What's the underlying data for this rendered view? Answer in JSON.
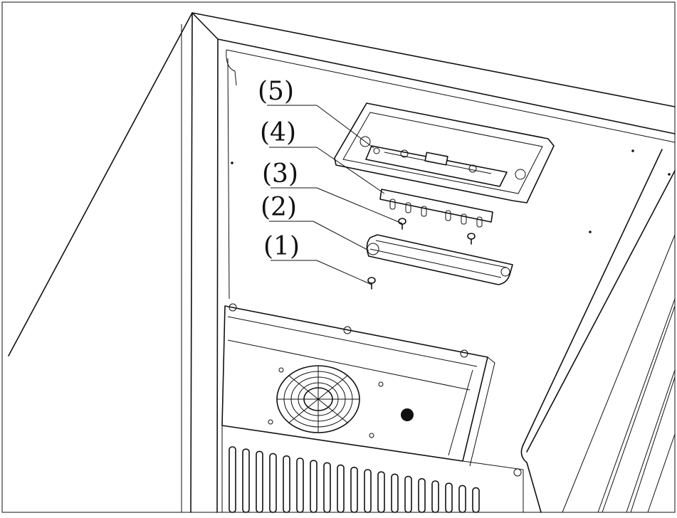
{
  "figure": {
    "callouts": [
      {
        "id": "5",
        "label": "(5)"
      },
      {
        "id": "4",
        "label": "(4)"
      },
      {
        "id": "3",
        "label": "(3)"
      },
      {
        "id": "2",
        "label": "(2)"
      },
      {
        "id": "1",
        "label": "(1)"
      }
    ]
  }
}
